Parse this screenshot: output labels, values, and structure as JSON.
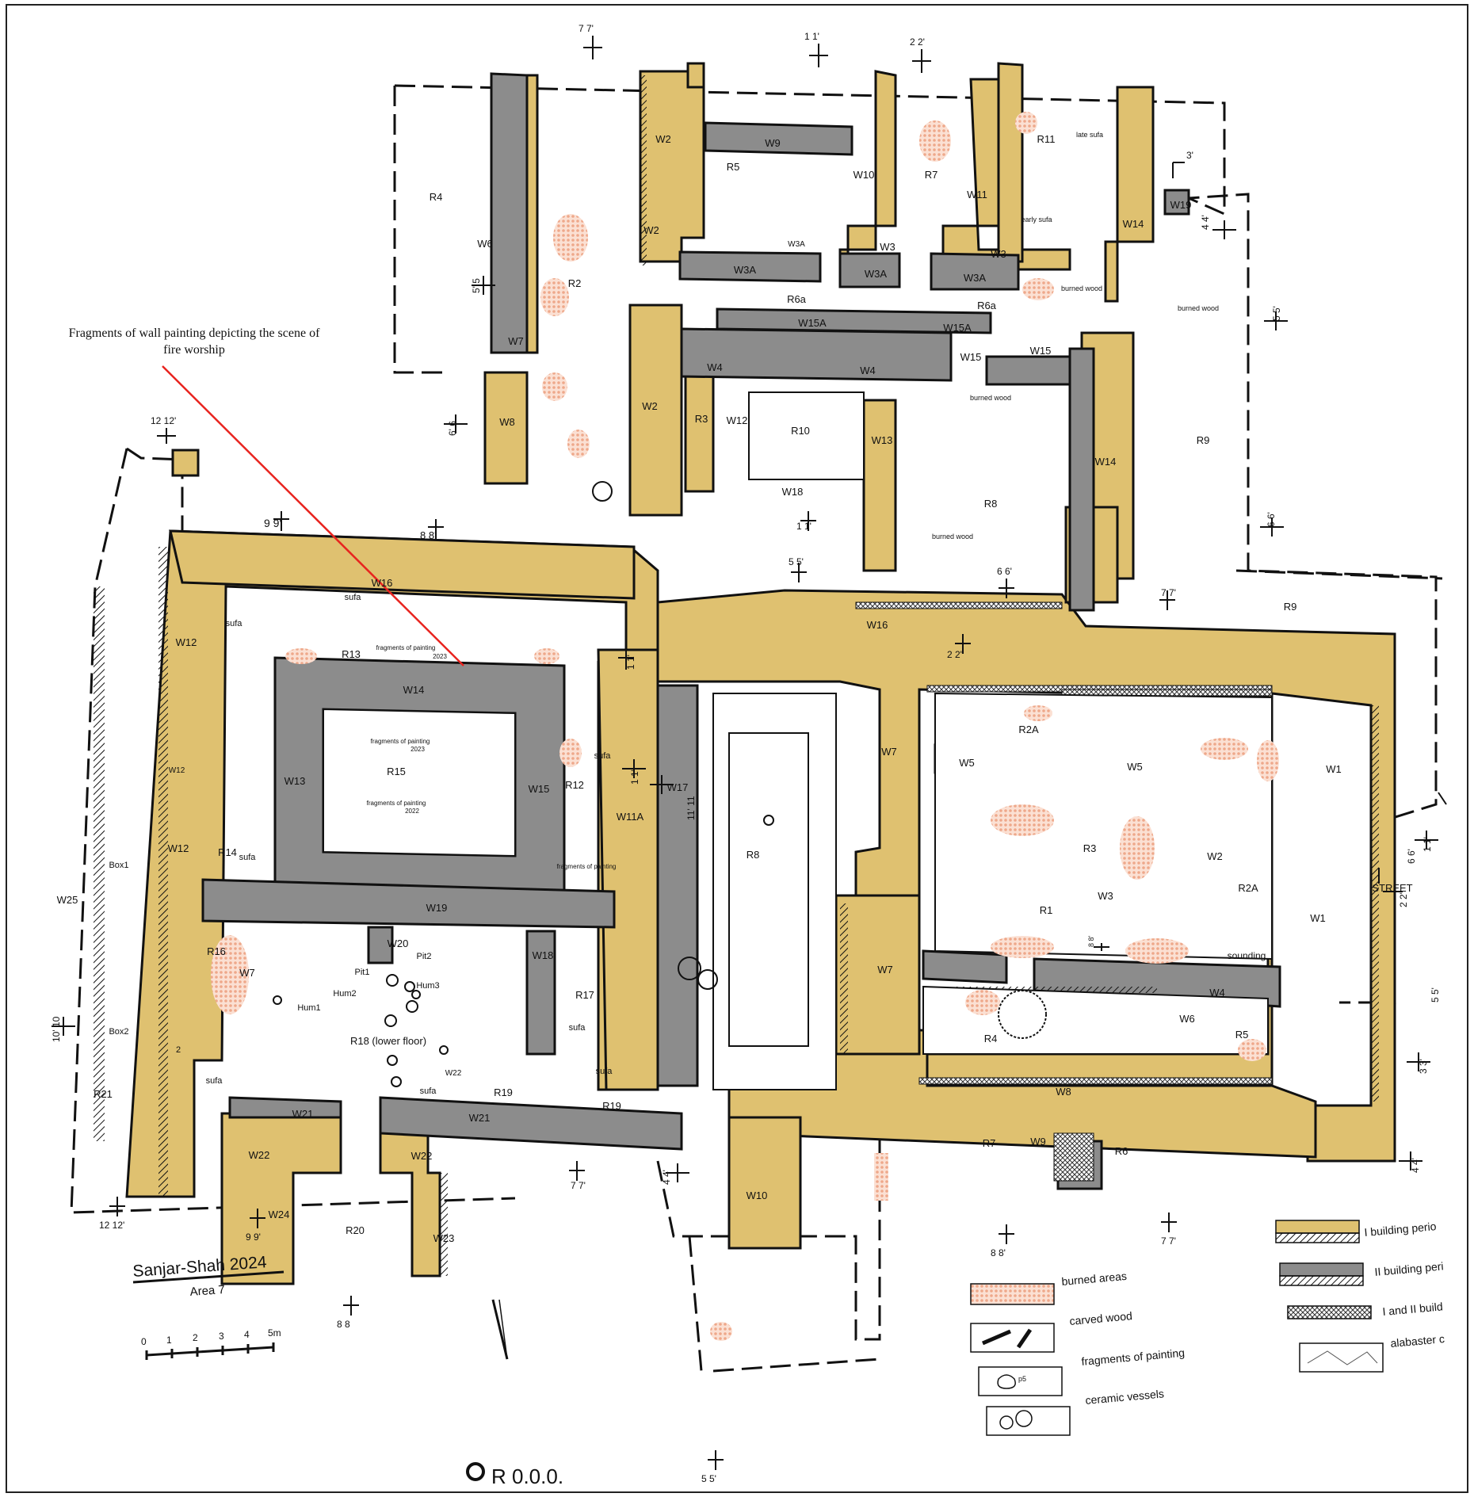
{
  "plan": {
    "title": "Sanjar-Shah  2024",
    "area": "Area 7",
    "datum": "R 0.0.0.",
    "annotation_line1": "Fragments of wall painting depicting the scene of",
    "annotation_line2": "fire worship"
  },
  "scale": {
    "ticks": [
      "0",
      "1",
      "2",
      "3",
      "4",
      "5m"
    ]
  },
  "legend": {
    "burned": "burned areas",
    "carved": "carved wood",
    "painting": "fragments of painting",
    "vessels": "ceramic vessels",
    "period1": "I building perio",
    "period2": "II building peri",
    "period12": "I and II build",
    "alabaster": "alabaster c",
    "p5": "p5"
  },
  "colors": {
    "period1": "#dfc170",
    "period2": "#8c8c8c",
    "burned": "#eea88a",
    "annotation_line": "#e8241f",
    "ink": "#111111"
  },
  "labels": {
    "w1a": "W1",
    "w1b": "W1",
    "w2a": "W2",
    "w2b": "W2",
    "w2c": "W2",
    "w2d": "W2",
    "w3a": "W3",
    "w3b": "W3",
    "w3c": "W3",
    "w3a_a": "W3A",
    "w3a_b": "W3A",
    "w3a_c": "W3A",
    "w3a_d": "W3A",
    "w4a": "W4",
    "w4b": "W4",
    "w4c": "W4",
    "w5a": "W5",
    "w5b": "W5",
    "w6": "W6",
    "w6b": "W6",
    "w7a": "W7",
    "w7b": "W7",
    "w7c": "W7",
    "w7d": "W7",
    "w8a": "W8",
    "w8b": "W8",
    "w9a": "W9",
    "w9b": "W9",
    "w10a": "W10",
    "w10b": "W10",
    "w11": "W11",
    "w11a": "W11A",
    "w12a": "W12",
    "w12b": "W12",
    "w12c": "W12",
    "w12d": "W12",
    "w13a": "W13",
    "w13b": "W13",
    "w14a": "W14",
    "w14b": "W14",
    "w14c": "W14",
    "w15": "W15",
    "w15b": "W15",
    "w15c": "W15",
    "w15a_a": "W15A",
    "w15a_b": "W15A",
    "w16a": "W16",
    "w16b": "W16",
    "w17": "W17",
    "w18a": "W18",
    "w18b": "W18",
    "w19a": "W19",
    "w19b": "W19",
    "w20": "W20",
    "w21a": "W21",
    "w21b": "W21",
    "w22a": "W22",
    "w22b": "W22",
    "w22_": "W22",
    "w23": "W23",
    "w24": "W24",
    "w25": "W25",
    "r1": "R1",
    "r2": "R2",
    "r2a_a": "R2A",
    "r2a_b": "R2A",
    "r3a": "R3",
    "r3b": "R3",
    "r4a": "R4",
    "r4b": "R4",
    "r5a": "R5",
    "r5b": "R5",
    "r6a_a": "R6a",
    "r6a_b": "R6a",
    "r6": "R6",
    "r7a": "R7",
    "r7b": "R7",
    "r8a": "R8",
    "r8b": "R8",
    "r9a": "R9",
    "r9b": "R9",
    "r10": "R10",
    "r11": "R11",
    "r12": "R12",
    "r13": "R13",
    "r14": "R14",
    "r15": "R15",
    "r16": "R16",
    "r17": "R17",
    "r18": "R18 (lower floor)",
    "r19a": "R19",
    "r19b": "R19",
    "r20": "R20",
    "r21": "R21",
    "sufa_a": "sufa",
    "sufa_b": "sufa",
    "sufa_c": "sufa",
    "sufa_d": "sufa",
    "sufa_e": "sufa",
    "sufa_f": "sufa",
    "sufa_g": "sufa",
    "sufa_h": "sufa",
    "late_sufa": "late sufa",
    "early_sufa": "early sufa",
    "burned_wood_a": "burned wood",
    "burned_wood_b": "burned wood",
    "burned_wood_c": "burned wood",
    "burned_wood_d": "burned wood",
    "frag2023a": "fragments of painting",
    "frag2023b": "2023",
    "frag2023c": "fragments of painting",
    "frag2023d": "2023",
    "frag2022a": "fragments of painting",
    "frag2022b": "2022",
    "frag_r12": "fragments of painting",
    "sounding": "sounding",
    "street": "STREET",
    "box1": "Box1",
    "box2": "Box2",
    "hum1": "Hum1",
    "hum2": "Hum2",
    "hum3": "Hum3",
    "pit1": "Pit1",
    "pit2": "Pit2",
    "num2": "2"
  },
  "sections": {
    "s7": "7  7'",
    "s1": "1  1'",
    "s2": "2  2'",
    "s3": "3'",
    "s4": "4  4'",
    "s5": "5  5'",
    "s6": "6  6'",
    "s5l": "5'  5",
    "s6l": "6'  6",
    "s12": "12 12'",
    "s9": "9  9'",
    "s8": "8  8'",
    "s1m": "1  1'",
    "s5m": "5  5'",
    "s6m": "6  6'",
    "s7r": "7  7'",
    "s5r": "5  5'",
    "s6r": "6  6'",
    "s2m": "2  2'",
    "s1r": "1  1'",
    "s2r": "2  2'",
    "s11": "11'  11",
    "s1v": "1  1'",
    "s1v2": "1  1'",
    "s10": "10'  10",
    "s12b": "12 12'",
    "s9b": "9  9'",
    "s8b": "8  8",
    "s7b": "7  7'",
    "s4b": "4  4'",
    "s7c": "7  7'",
    "s8c": "8  8'",
    "s4c": "4  4'",
    "s5c": "5  5'",
    "s3c": "3  3'",
    "s8d": "8  8'"
  }
}
